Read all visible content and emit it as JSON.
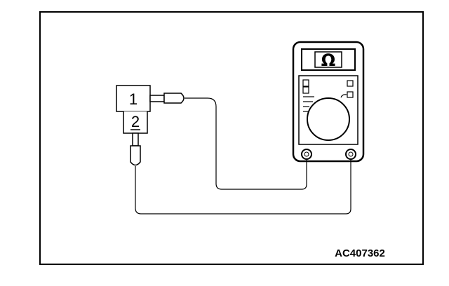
{
  "diagram": {
    "connector": {
      "terminal_1": "1",
      "terminal_2": "2"
    },
    "meter": {
      "display_symbol": "Ω"
    },
    "figure_id": "AC407362"
  }
}
